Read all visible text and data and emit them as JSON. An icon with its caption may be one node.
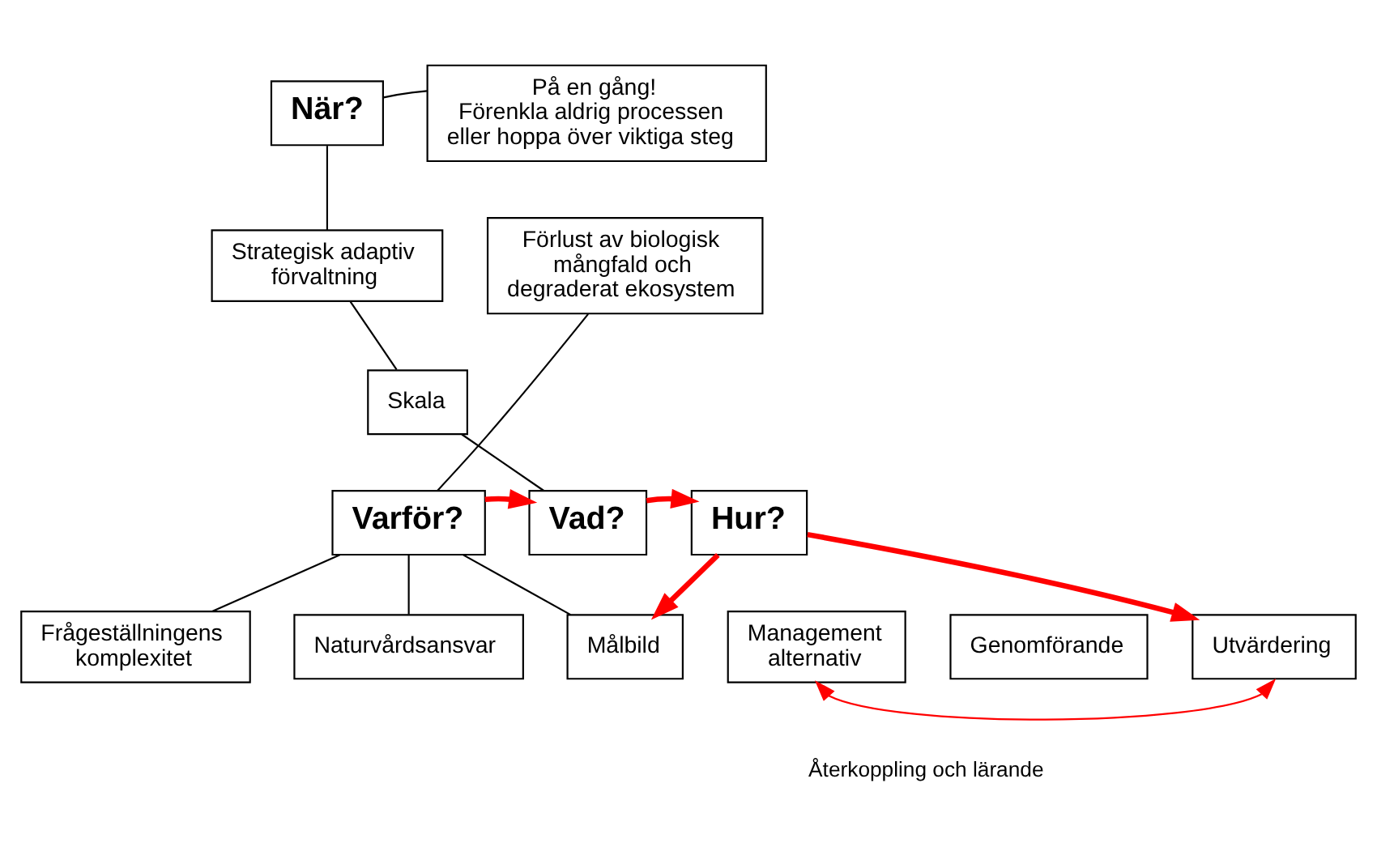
{
  "diagram": {
    "nodes": [
      {
        "text": [
          "När?"
        ]
      },
      {
        "text": [
          "På en gång!",
          "Förenkla aldrig processen eller hoppa över viktiga steg"
        ]
      },
      {
        "text": [
          "Strategisk adaptiv förvaltning"
        ]
      },
      {
        "text": [
          "Förlust av biologisk mångfald och degraderat ekosystem"
        ]
      },
      {
        "text": [
          "Skala"
        ]
      },
      {
        "text": [
          "Varför?"
        ]
      },
      {
        "text": [
          "Vad?"
        ]
      },
      {
        "text": [
          "Hur?"
        ]
      },
      {
        "text": [
          "Frågeställningens komplexitet"
        ]
      },
      {
        "text": [
          "Naturvårdsansvar"
        ]
      },
      {
        "text": [
          "Målbild"
        ]
      },
      {
        "text": [
          "Management alternativ"
        ]
      },
      {
        "text": [
          "Genomförande"
        ]
      },
      {
        "text": [
          "Utvärdering"
        ]
      }
    ],
    "edges": [
      {
        "from": 0,
        "to": 1,
        "arrow": "none"
      },
      {
        "from": 0,
        "to": 2,
        "arrow": "none"
      },
      {
        "from": 2,
        "to": 4,
        "arrow": "none"
      },
      {
        "from": 4,
        "to": 6,
        "arrow": "none"
      },
      {
        "from": 3,
        "to": 5,
        "arrow": "none"
      },
      {
        "from": 5,
        "to": 6,
        "arrow": "to",
        "style": "thick",
        "color": "#ff0000"
      },
      {
        "from": 6,
        "to": 7,
        "arrow": "to",
        "style": "thick",
        "color": "#ff0000"
      },
      {
        "from": 5,
        "to": 8,
        "arrow": "none"
      },
      {
        "from": 5,
        "to": 9,
        "arrow": "none"
      },
      {
        "from": 5,
        "to": 10,
        "arrow": "none"
      },
      {
        "from": 7,
        "to": 10,
        "arrow": "to",
        "style": "thick",
        "color": "#ff0000"
      },
      {
        "from": 7,
        "to": 13,
        "arrow": "to",
        "style": "thick",
        "color": "#ff0000"
      },
      {
        "from": 11,
        "to": 13,
        "arrow": "both",
        "label": "Återkoppling och lärande",
        "color": "#ff0000"
      }
    ]
  }
}
